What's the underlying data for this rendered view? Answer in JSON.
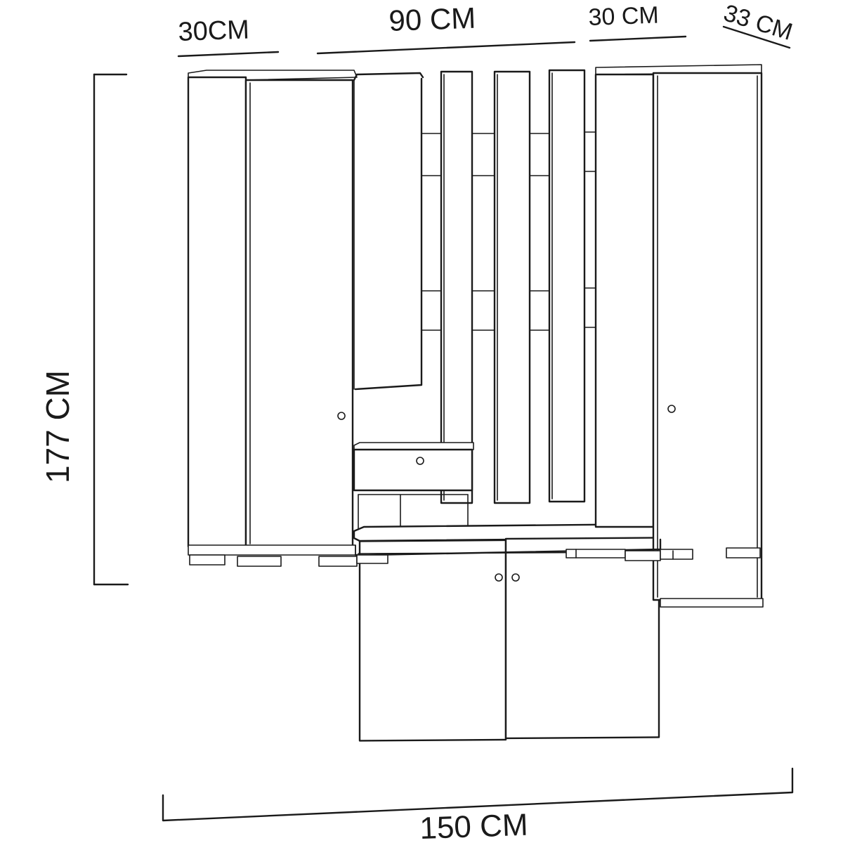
{
  "dimensions": {
    "left_cabinet_width": "30CM",
    "middle_width": "90 CM",
    "right_cabinet_width": "30 CM",
    "depth": "33 CM",
    "height": "177 CM",
    "total_width": "150 CM"
  },
  "colors": {
    "line": "#1a1a1a",
    "background": "#ffffff"
  }
}
